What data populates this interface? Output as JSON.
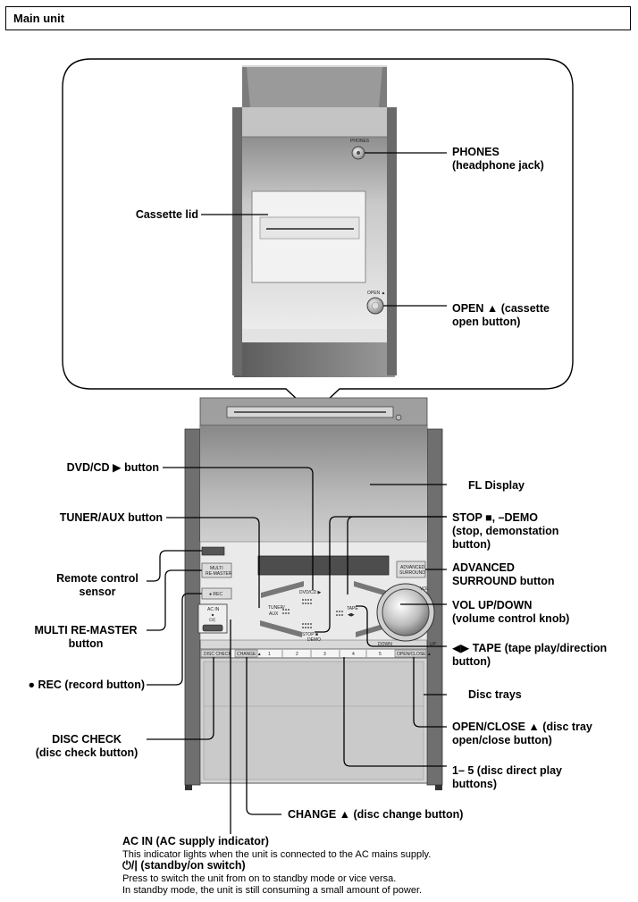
{
  "header": {
    "title": "Main unit"
  },
  "callouts": {
    "phones": [
      "PHONES",
      "(headphone jack)"
    ],
    "cassette_lid": "Cassette lid",
    "open_cassette": [
      "OPEN ▲ (cassette",
      "open button)"
    ],
    "dvd_cd": "DVD/CD ▶ button",
    "fl_display": "FL Display",
    "tuner_aux": "TUNER/AUX button",
    "stop_demo": [
      "STOP ■, –DEMO",
      "(stop, demonstation",
      "button)"
    ],
    "remote_sensor": [
      "Remote control",
      "sensor"
    ],
    "advanced_surround": [
      "ADVANCED",
      "SURROUND button"
    ],
    "multi_remaster": [
      "MULTI RE-MASTER",
      "button"
    ],
    "vol": [
      "VOL UP/DOWN",
      "(volume control knob)"
    ],
    "tape": [
      "◀▶ TAPE (tape play/direction",
      "button)"
    ],
    "rec": "● REC (record button)",
    "disc_trays": "Disc trays",
    "disc_check": [
      "DISC CHECK",
      "(disc check button)"
    ],
    "open_close": [
      "OPEN/CLOSE ▲ (disc tray",
      "open/close button)"
    ],
    "direct_play": [
      "1– 5 (disc direct play",
      "buttons)"
    ],
    "change": "CHANGE ▲ (disc change button)"
  },
  "notes": {
    "ac_in_title": "AC IN (AC supply indicator)",
    "ac_in_desc": "This indicator lights when the unit is connected to the AC mains supply.",
    "standby_title": "⏻/| (standby/on switch)",
    "standby_desc1": "Press to switch the unit from on to standby mode or vice versa.",
    "standby_desc2": "In standby mode, the unit is still consuming a small amount of power."
  },
  "unit_labels": {
    "phones": "PHONES",
    "open": "OPEN ▲",
    "remaster": [
      "MULTI",
      "RE-MASTER"
    ],
    "rec": "● REC",
    "ac_in": "AC IN",
    "standby": "⏻/|",
    "tuner": [
      "TUNER/",
      "AUX"
    ],
    "dvd": "DVD/CD ▶",
    "stop": "STOP ■",
    "demo": "DEMO",
    "tape": "TAPE",
    "advanced": [
      "ADVANCED",
      "SURROUND"
    ],
    "vol": "VOL",
    "down": "DOWN",
    "up": "UP",
    "disc_check": "DISC CHECK",
    "change": "CHANGE ▲",
    "open_close": "OPEN/CLOSE ▲",
    "tray_numbers": [
      "1",
      "2",
      "3",
      "4",
      "5"
    ]
  }
}
